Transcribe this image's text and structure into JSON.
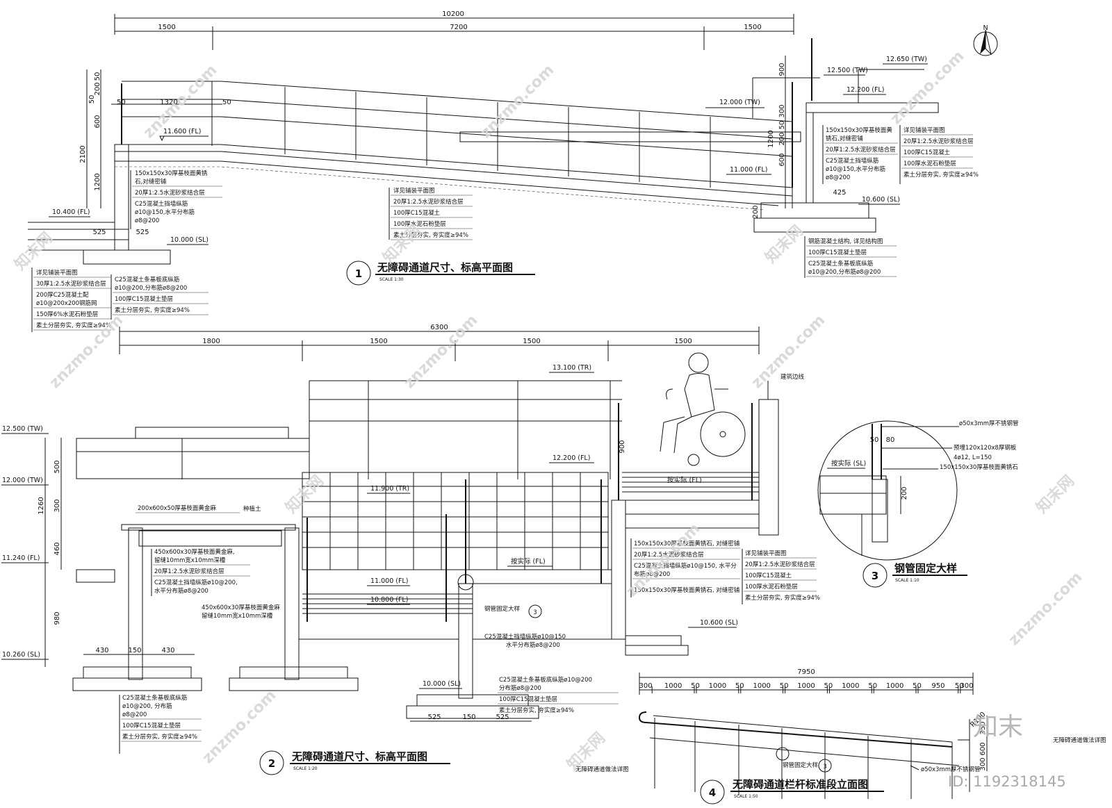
{
  "drawing1": {
    "number": "1",
    "title": "无障碍通道尺寸、标高平面图",
    "scale": "SCALE 1:30",
    "overall_dim": "10200",
    "dims_top": [
      "1500",
      "7200",
      "1500"
    ],
    "dims_left": [
      "50",
      "200",
      "50",
      "600",
      "2100",
      "1200"
    ],
    "dims_small": [
      "50",
      "1320",
      "50"
    ],
    "dims_right": [
      "900",
      "300",
      "50",
      "200",
      "1200",
      "600"
    ],
    "dim_525a": "525",
    "dim_525b": "525",
    "dim_425": "425",
    "dim_200": "200",
    "levels": {
      "fl_1160": "11.600 (FL)",
      "fl_1040": "10.400 (FL)",
      "sl_1000": "10.000 (SL)",
      "tw_1200": "12.000 (TW)",
      "fl_1100": "11.000 (FL)",
      "tw_1250": "12.500 (TW)",
      "tw_1265": "12.650 (TW)",
      "fl_1220": "12.200 (FL)",
      "sl_1060": "10.600 (SL)"
    },
    "notes_left": [
      "150x150x30厚基枝面黄锈",
      "石,对缝密铺",
      "20厚1:2.5水泥砂浆结合层",
      "C25混凝土挡墙纵筋",
      "ø10@150,水平分布筋",
      "ø8@200"
    ],
    "notes_bottom_left": [
      "详见铺装平面图",
      "30厚1:2.5水泥砂浆结合层",
      "200厚C25混凝土配",
      "ø10@200x200钢筋网",
      "150厚6%水泥石粉垫层",
      "素土分层夯实, 夯实度≥94%"
    ],
    "notes_bottom_left2": [
      "C25混凝土条基板底纵筋",
      "ø10@200,分布筋ø8@200",
      "100厚C15混凝土垫层",
      "素土分层夯实, 夯实度≥94%"
    ],
    "notes_mid": [
      "详见铺装平面图",
      "20厚1:2.5水泥砂浆结合层",
      "100厚C15混凝土",
      "100厚水泥石粉垫层",
      "素土分层夯实, 夯实度≥94%"
    ],
    "notes_right": [
      "150x150x30厚基枝面黄",
      "锈石,对缝密铺",
      "20厚1:2.5水泥砂浆结合层",
      "C25混凝土挡墙纵筋",
      "ø10@150,水平分布筋",
      "ø8@200"
    ],
    "notes_right2": [
      "详见铺装平面图",
      "20厚1:2.5水泥砂浆结合层",
      "100厚C15混凝土",
      "100厚水泥石粉垫层",
      "素土分层夯实, 夯实度≥94%"
    ],
    "notes_right_bottom": [
      "钢筋混凝土结构, 详见结构图",
      "100厚C15混凝土垫层",
      "C25混凝土条基板底纵筋",
      "ø10@200,分布筋ø8@200"
    ]
  },
  "drawing2": {
    "number": "2",
    "title": "无障碍通道尺寸、标高平面图",
    "scale": "SCALE 1:20",
    "overall_dim": "6300",
    "dims_top": [
      "1800",
      "1500",
      "1500",
      "1500"
    ],
    "dims_left": [
      "500",
      "1260",
      "300",
      "460",
      "980"
    ],
    "dims_bottom_left": [
      "430",
      "150",
      "430"
    ],
    "dims_bottom_mid": [
      "525",
      "150",
      "525"
    ],
    "dim_900": "900",
    "levels": {
      "tw_125": "12.500 (TW)",
      "tw_120": "12.000 (TW)",
      "fl_1124": "11.240 (FL)",
      "sl_1026": "10.260 (SL)",
      "tr_1310": "13.100 (TR)",
      "fl_122": "12.200 (FL)",
      "tr_119": "11.900 (TR)",
      "fl_110": "11.000 (FL)",
      "fl_1080": "10.800 (FL)",
      "sl_1000": "10.000 (SL)",
      "sl_1060": "10.600 (SL)",
      "fl_slope": "按实际 (FL)",
      "fl_slope2": "按实际 (FL)"
    },
    "label_building": "建筑边线",
    "label_soil": "种植土",
    "notes_planter": [
      "200x600x50厚基枝面黄金麻"
    ],
    "notes_wall": [
      "450x600x30厚基枝面黄金麻,",
      "留缝10mm宽x10mm深槽",
      "20厚1:2.5水泥砂浆结合层",
      "C25混凝土挡墙纵筋ø10@200,",
      "水平分布筋ø8@200"
    ],
    "notes_wall2": [
      "450x600x30厚基枝面黄金麻",
      "留缝10mm宽x10mm深槽"
    ],
    "notes_footing": [
      "C25混凝土条基板底纵筋",
      "ø10@200, 分布筋",
      "ø8@200",
      "100厚C15混凝土垫层",
      "素土分层夯实, 夯实度≥94%"
    ],
    "notes_center": [
      "C25混凝土挡墙纵筋ø10@150",
      "水平分布筋ø8@200"
    ],
    "notes_center2": [
      "C25混凝土条基板底纵筋ø10@200",
      "分布筋ø8@200",
      "100厚C15混凝土垫层",
      "素土分层夯实, 夯实度≥94%"
    ],
    "notes_ramp": [
      "150x150x30厚基枝面黄锈石, 对缝密铺",
      "20厚1:2.5水泥砂浆结合层",
      "C25混凝土挡墙纵筋ø10@150, 水平分",
      "布筋ø8@200",
      "150x150x30厚基枝面黄锈石, 对缝密铺"
    ],
    "notes_right": [
      "详见铺装平面图",
      "20厚1:2.5水泥砂浆结合层",
      "100厚C15混凝土",
      "100厚水泥石粉垫层",
      "素土分层夯实, 夯实度≥94%"
    ],
    "label_pipe_detail": "钢管固定大样",
    "ref_num": "3",
    "label_bottom": "无障碍通道做法详图"
  },
  "drawing3": {
    "number": "3",
    "title": "钢管固定大样",
    "scale": "SCALE 1:10",
    "notes": [
      "ø50x3mm厚不锈钢管",
      "预埋120x120x8厚钢板",
      "4ø12, L=150",
      "150x150x30厚基枝面黄锈石"
    ],
    "level": "按实际 (SL)",
    "dims": [
      "50",
      "80",
      "200"
    ]
  },
  "drawing4": {
    "number": "4",
    "title": "无障碍通道栏杆标准段立面图",
    "scale": "SCALE 1:50",
    "overall_dim": "7950",
    "dims_top": [
      "300",
      "1000",
      "50",
      "1000",
      "50",
      "1000",
      "50",
      "1000",
      "50",
      "1000",
      "50",
      "1000",
      "50",
      "950",
      "50",
      "300"
    ],
    "radius": "R100",
    "dims_right": [
      "350",
      "600",
      "300"
    ],
    "label_pipe": "ø50x3mm厚不锈钢管",
    "label_detail": "钢管固定大样",
    "ref_num": "3",
    "side_label": "无障碍通道做法详图"
  },
  "north_label": "N",
  "watermark": "znzmo.com",
  "watermark_cn": "知末网",
  "brand": "知末",
  "id_text": "ID: 1192318145"
}
